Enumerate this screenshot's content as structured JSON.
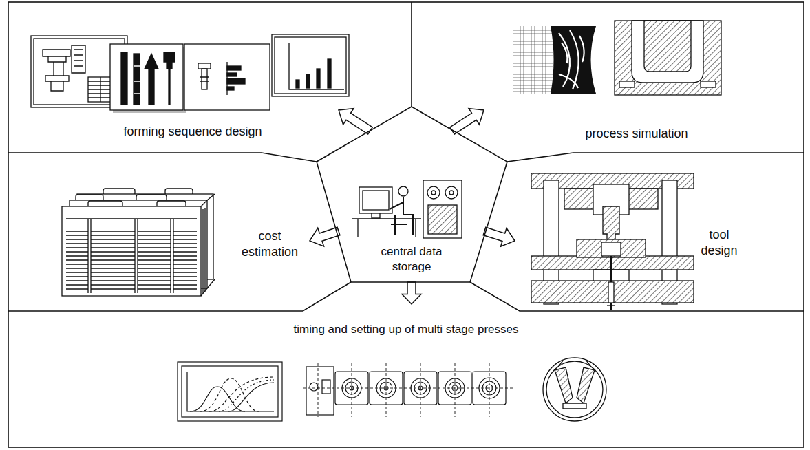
{
  "diagram": {
    "nodes": [
      {
        "text": [
          "forming sequence design"
        ]
      },
      {
        "text": [
          "process simulation"
        ]
      },
      {
        "text": [
          "cost estimation"
        ]
      },
      {
        "text": [
          "central data storage"
        ]
      },
      {
        "text": [
          "tool design"
        ]
      },
      {
        "text": [
          "timing and setting up of multi stage presses"
        ]
      }
    ],
    "edges": [
      {
        "from": 3,
        "to": 0,
        "arrow": "to"
      },
      {
        "from": 3,
        "to": 1,
        "arrow": "to"
      },
      {
        "from": 3,
        "to": 2,
        "arrow": "to"
      },
      {
        "from": 3,
        "to": 4,
        "arrow": "to"
      },
      {
        "from": 3,
        "to": 5,
        "arrow": "to"
      }
    ]
  }
}
